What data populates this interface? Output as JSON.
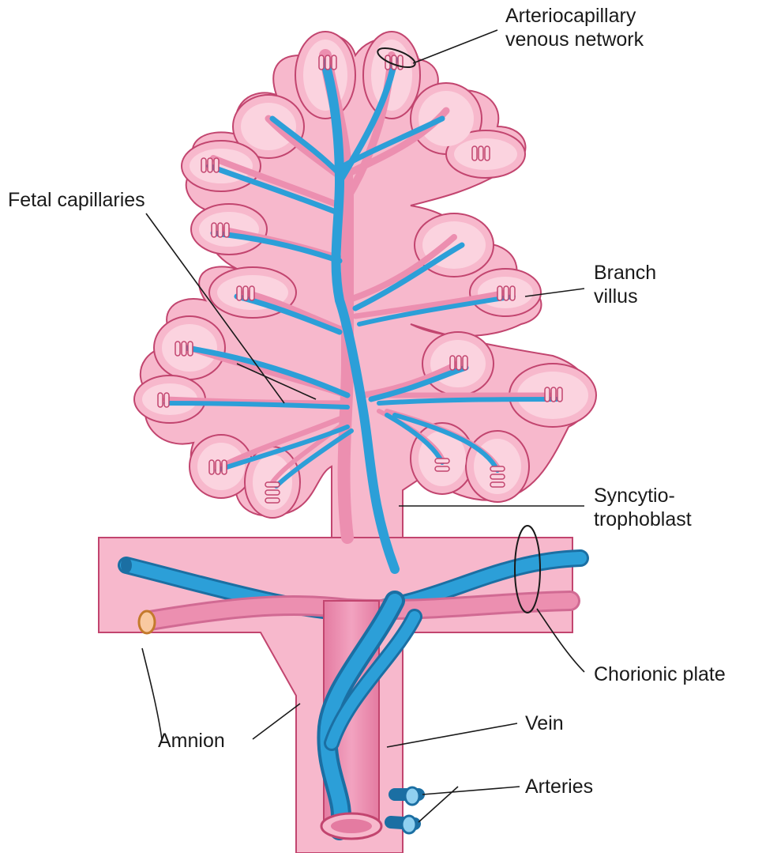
{
  "labels": {
    "arteriocapillary_line1": "Arteriocapillary",
    "arteriocapillary_line2": "venous network",
    "fetal_capillaries": "Fetal capillaries",
    "branch_villus_line1": "Branch",
    "branch_villus_line2": "villus",
    "syncytio_line1": "Syncytio-",
    "syncytio_line2": "trophoblast",
    "chorionic_plate": "Chorionic plate",
    "amnion": "Amnion",
    "vein": "Vein",
    "arteries": "Arteries"
  },
  "colors": {
    "villus_fill": "#f7b8cc",
    "villus_outline": "#c2456f",
    "vessel_pink": "#ec8fb0",
    "vessel_blue": "#2c9fd8",
    "vessel_blue_dark": "#1b6fa3",
    "stroma_light": "#fbd3df"
  }
}
